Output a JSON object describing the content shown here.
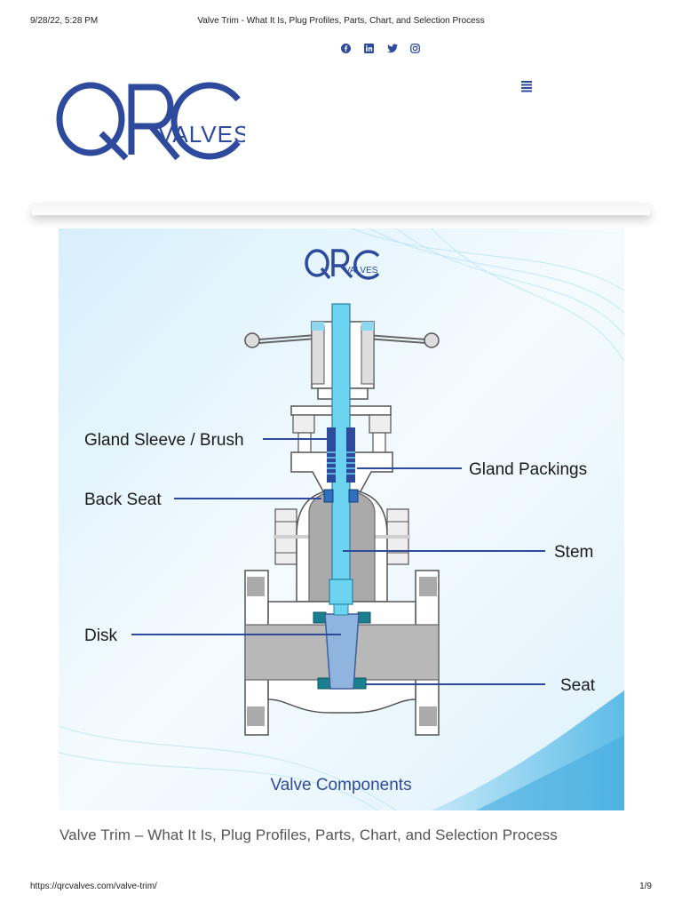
{
  "print_header": {
    "datetime": "9/28/22, 5:28 PM",
    "title": "Valve Trim - What It Is, Plug Profiles, Parts, Chart, and Selection Process"
  },
  "social": [
    {
      "name": "facebook-icon"
    },
    {
      "name": "linkedin-icon"
    },
    {
      "name": "twitter-icon"
    },
    {
      "name": "instagram-icon"
    }
  ],
  "logo": {
    "letters": "QRC",
    "sub": "VALVES",
    "color": "#2e4a9c"
  },
  "hero": {
    "labels": {
      "gland_sleeve": "Gland Sleeve / Brush",
      "gland_packings": "Gland Packings",
      "back_seat": "Back Seat",
      "stem": "Stem",
      "disk": "Disk",
      "seat": "Seat"
    },
    "footer_title": "Valve Components"
  },
  "caption": "Valve Trim – What It Is, Plug Profiles, Parts, Chart, and Selection Process",
  "print_footer": {
    "url": "https://qrcvalves.com/valve-trim/",
    "page": "1/9"
  },
  "colors": {
    "brand": "#2e4a9c",
    "stem": "#6cd4f0",
    "body": "#aaaaaa",
    "seat": "#1a7f8f"
  }
}
